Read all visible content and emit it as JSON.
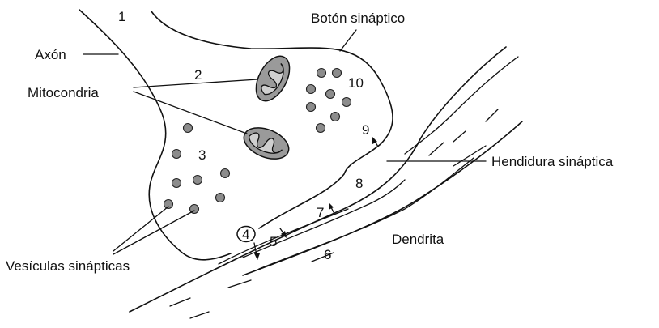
{
  "labels": {
    "axon": "Axón",
    "synaptic_button": "Botón sináptico",
    "mitochondria": "Mitocondria",
    "synaptic_cleft": "Hendidura sináptica",
    "dendrite": "Dendrita",
    "synaptic_vesicles": "Vesículas sinápticas"
  },
  "numbers": {
    "n1": "1",
    "n2": "2",
    "n3": "3",
    "n4": "4",
    "n5": "5",
    "n6": "6",
    "n7": "7",
    "n8": "8",
    "n9": "9",
    "n10": "10"
  },
  "colors": {
    "vesicle_fill": "#8c8c8c",
    "mitochondria_fill": "#9a9a9a",
    "line": "#111111"
  }
}
